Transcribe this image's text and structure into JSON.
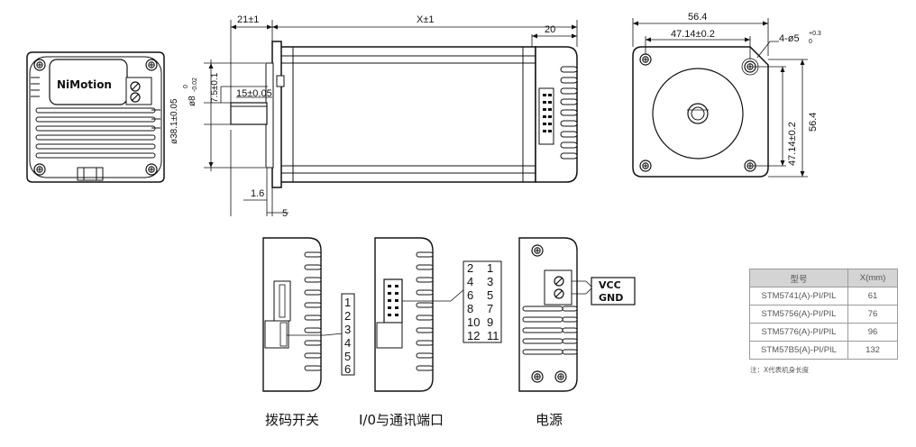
{
  "brand_logo": "NiMotion",
  "front_view": {
    "dims": {
      "flange_len": "21±1",
      "body_len": "X±1",
      "rear_len": "20",
      "shaft_dia": "ø8",
      "shaft_tol_top": "0",
      "shaft_tol_bot": "-0.02",
      "flat": "7.5±0.1",
      "boss_dia": "ø38.1±0.05",
      "shaft_len": "15±0.05",
      "boss_depth": "1.6",
      "flange_thk": "5"
    }
  },
  "side_view": {
    "dims": {
      "width": "56.4",
      "hole_pitch": "47.14±0.2",
      "holes_prefix": "4-ø5",
      "holes_tol": "+0.3",
      "holes_tol2": "0",
      "hole_pitch_v": "47.14±0.2",
      "height": "56.4"
    }
  },
  "dip_switch": {
    "pins": [
      "1",
      "2",
      "3",
      "4",
      "5",
      "6"
    ],
    "caption": "拨码开关"
  },
  "io_port": {
    "pins_left": [
      "2",
      "4",
      "6",
      "8",
      "10",
      "12"
    ],
    "pins_right": [
      "1",
      "3",
      "5",
      "7",
      "9",
      "11"
    ],
    "caption": "I/0与通讯端口"
  },
  "power": {
    "vcc": "VCC",
    "gnd": "GND",
    "caption": "电源"
  },
  "spec_table": {
    "headers": [
      "型号",
      "X(mm)"
    ],
    "rows": [
      [
        "STM5741(A)-PI/PIL",
        "61"
      ],
      [
        "STM5756(A)-PI/PIL",
        "76"
      ],
      [
        "STM5776(A)-PI/PIL",
        "96"
      ],
      [
        "STM57B5(A)-PI/PIL",
        "132"
      ]
    ],
    "note": "注：X代表机身长度"
  }
}
